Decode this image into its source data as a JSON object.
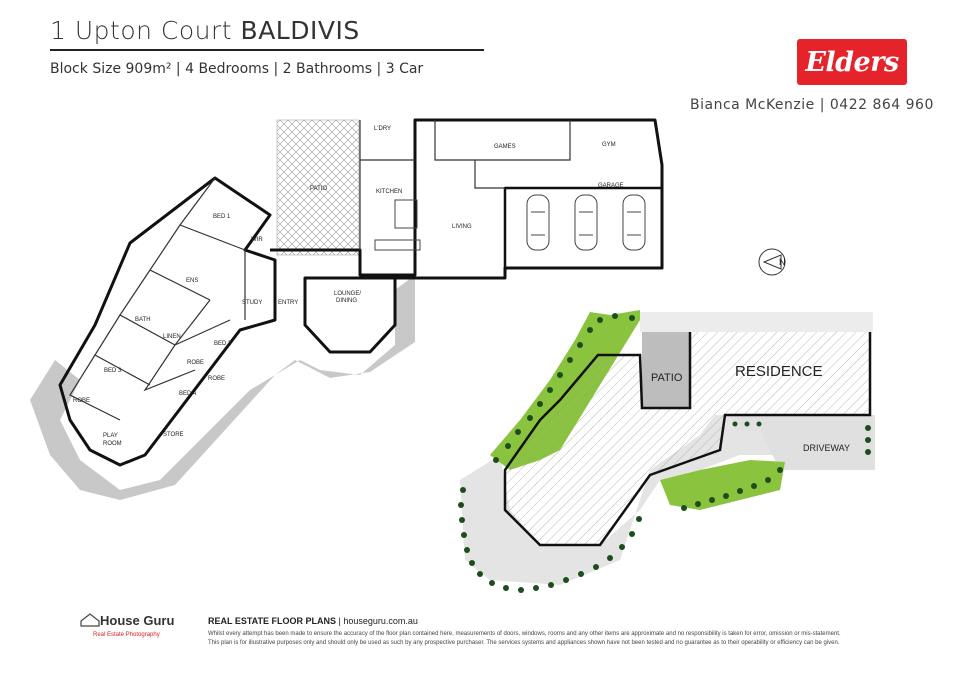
{
  "header": {
    "address": "1 Upton Court",
    "suburb": "BALDIVIS",
    "details": "Block Size 909m² | 4 Bedrooms | 2 Bathrooms | 3 Car",
    "agent": "Bianca McKenzie | 0422 864 960"
  },
  "logo": {
    "text": "Elders",
    "color": "#e4232b"
  },
  "floorplan": {
    "rooms": {
      "bed1": "BED 1",
      "wir": "WIR",
      "ens": "ENS",
      "bath": "BATH",
      "linen": "LINEN",
      "bed2": "BED 2",
      "bed3": "BED 3",
      "bed4": "BED 4",
      "robe": "ROBE",
      "play_room_1": "PLAY",
      "play_room_2": "ROOM",
      "store": "STORE",
      "study": "STUDY",
      "entry": "ENTRY",
      "lounge_1": "LOUNGE/",
      "lounge_2": "DINING",
      "patio": "PATIO",
      "kitchen": "KITCHEN",
      "living": "LIVING",
      "ldry": "L'DRY",
      "games": "GAMES",
      "gym": "GYM",
      "garage": "GARAGE"
    },
    "compass": "N"
  },
  "siteplan": {
    "residence": "RESIDENCE",
    "patio": "PATIO",
    "driveway": "DRIVEWAY"
  },
  "footer": {
    "brand": "House Guru",
    "brand_sub": "Real Estate Photography",
    "heading": "REAL ESTATE FLOOR PLANS",
    "website": "| houseguru.com.au",
    "disclaimer_1": "Whilst every attempt has been made to ensure the accuracy of the floor plan contained here, measurements of doors, windows, rooms and any other items are approximate and no responsibility is taken for error, omission or mis-statement.",
    "disclaimer_2": "This plan is for illustrative purposes only and should only be used as such by any prospective purchaser. The services systems and appliances shown have not been tested and no guarantee as to their operability or efficiency can be given."
  }
}
